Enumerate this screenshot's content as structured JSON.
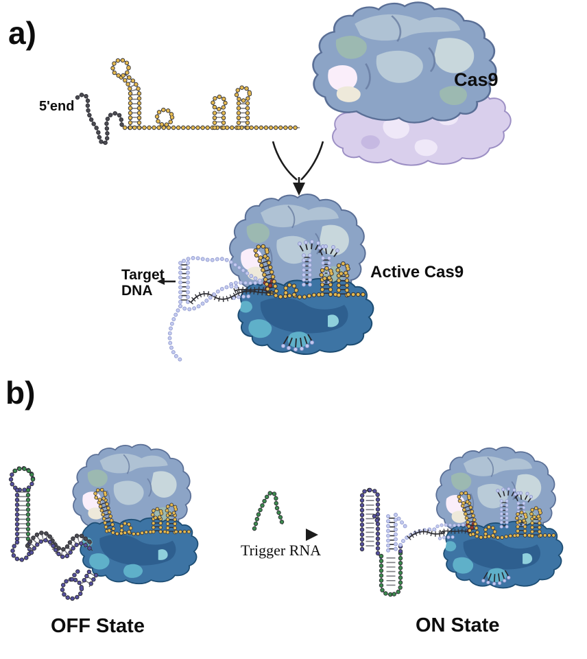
{
  "figure": {
    "background": "#ffffff",
    "panel_a": {
      "label": "a)",
      "grna": {
        "five_prime_label": "5'end"
      },
      "cas9": {
        "label": "Cas9"
      },
      "active_complex": {
        "label": "Active Cas9",
        "target_dna_line1": "Target",
        "target_dna_line2": "DNA"
      }
    },
    "panel_b": {
      "label": "b)",
      "off_state": {
        "label": "OFF State"
      },
      "trigger": {
        "label": "Trigger RNA"
      },
      "on_state": {
        "label": "ON State"
      }
    },
    "colors": {
      "grna_scaffold_gold": "#E4B951",
      "spacer_dark_gray": "#4B4B52",
      "target_dna_lavender": "#C3CAF0",
      "trigger_rna_green": "#3D8B4F",
      "switch_rna_purple": "#55509E",
      "cleavage_site_red": "#A23B33",
      "cas9_top_lobe_blue": "#8CA4C6",
      "cas9_inactive_lobe_lavender": "#D9CFEC",
      "cas9_active_lobe_teal": "#3D74A4"
    }
  }
}
